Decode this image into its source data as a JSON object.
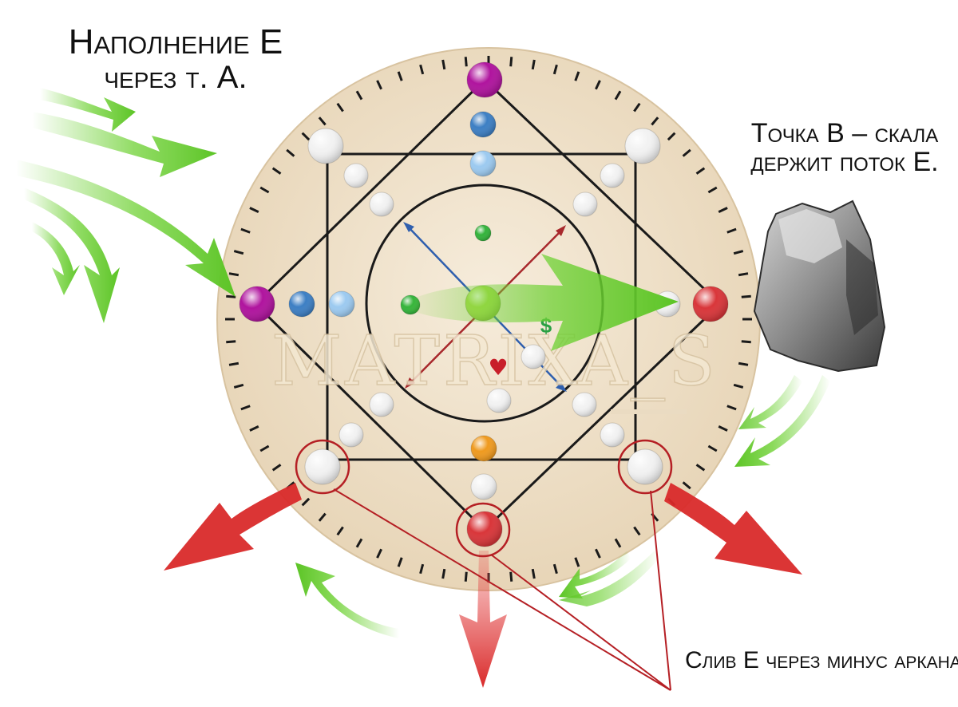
{
  "captions": {
    "fill": {
      "line1": "Наполнение Е",
      "line2": "через т. А."
    },
    "rock": {
      "line1": "Точка В – скала",
      "line2": "держит поток Е."
    },
    "drain": {
      "line1": "Слив Е через минус аркана."
    }
  },
  "watermark": "MATRIXA_S",
  "symbols": {
    "dollar": "$",
    "heart": "♥"
  },
  "colors": {
    "wood": "#efe2cc",
    "line": "#1a1a1a",
    "purple": "#b0149e",
    "blue": "#3d7fc4",
    "lightblue": "#9ccaf0",
    "red": "#d9363a",
    "green": "#33b33b",
    "yellowgreen": "#a8d94a",
    "orange": "#ef9a1f",
    "white": "#f2f2f2",
    "arrow_green": "#6ed133",
    "arrow_red": "#d92a2a",
    "circle_mark": "#b51f24"
  }
}
